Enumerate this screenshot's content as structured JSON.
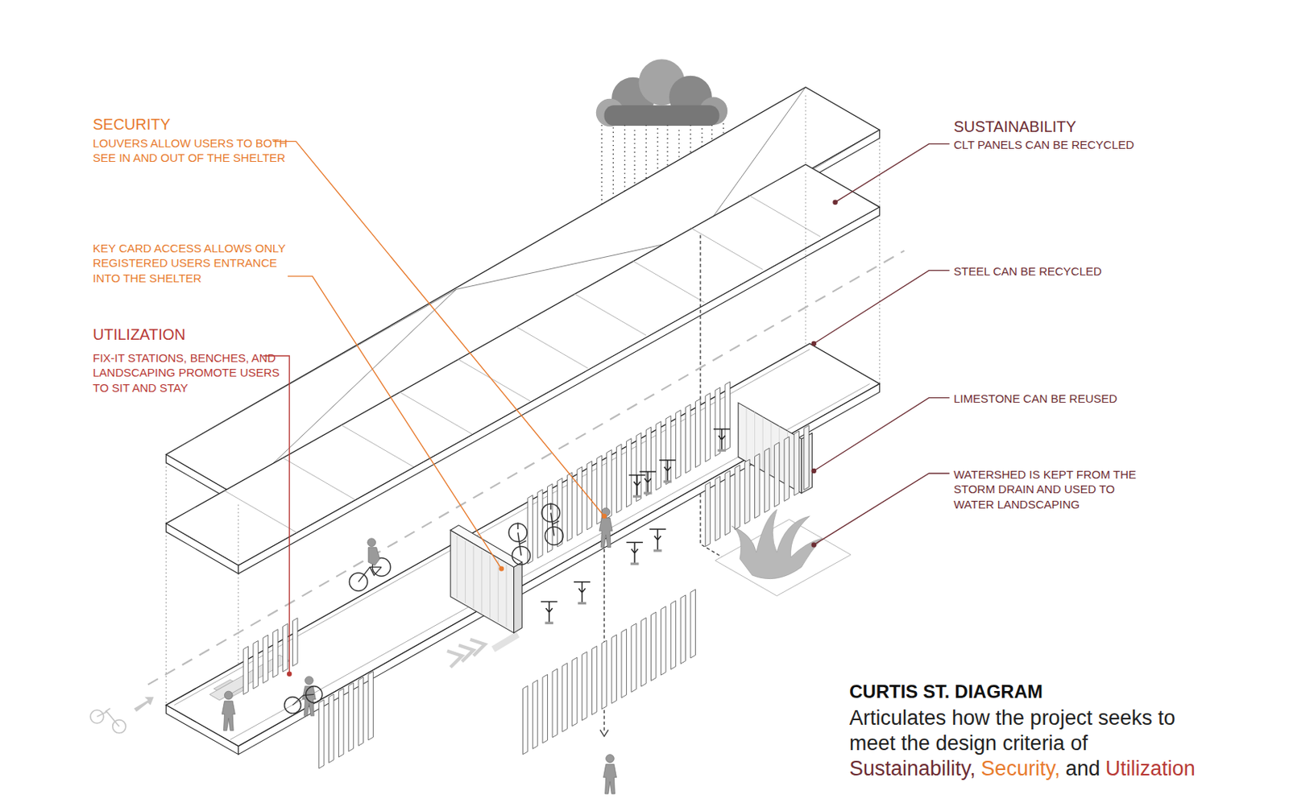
{
  "diagram": {
    "title": "CURTIS ST. DIAGRAM",
    "caption": "Articulates how the project seeks to meet the design criteria of",
    "labels": [
      "SECURITY",
      "LOUVERS ALLOW USERS TO BOTH SEE IN AND OUT OF THE SHELTER",
      "KEY CARD ACCESS ALLOWS ONLY REGISTERED USERS ENTRANCE INTO THE SHELTER",
      "UTILIZATION",
      "FIX-IT STATIONS, BENCHES, AND LANDSCAPING PROMOTE USERS TO SIT AND STAY",
      "SUSTAINABILITY",
      "CLT PANELS CAN BE RECYCLED",
      "STEEL CAN BE RECYCLED",
      "LIMESTONE CAN BE REUSED",
      "WATERSHED IS KEPT FROM THE STORM DRAIN AND USED TO WATER LANDSCAPING",
      "Sustainability,",
      "Security,",
      "and",
      "Utilization"
    ]
  }
}
